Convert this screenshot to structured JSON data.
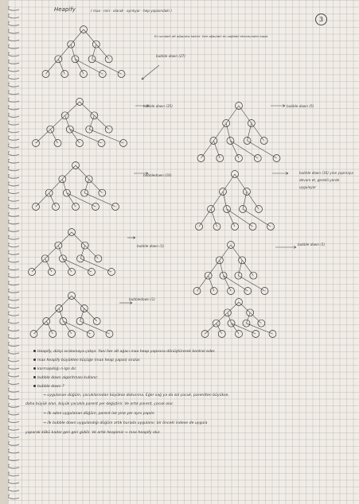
{
  "header": {
    "title": "Heapify",
    "subtitle": "( max · min · olarak · ayrılıyor · hep yapısındaki )",
    "page_number": "3"
  },
  "top_note": "En sondaki alt ağaçlara bakılır. Yani ağaçtaki en sağdaki ebeveynden başla",
  "steps": [
    {
      "label": "bubble down (27)"
    },
    {
      "label": "bubble down (35)"
    },
    {
      "label": "bubble down (5)"
    },
    {
      "label": "bubbledown (16)"
    },
    {
      "label": "bubble down (16) yine yapmaya devam et, gerekli yerde uyguluyor"
    },
    {
      "label": "bubble down (1)"
    },
    {
      "label": "bubble down (1)"
    },
    {
      "label": "bubbledown (1)"
    }
  ],
  "notes": [
    {
      "bullet": true,
      "text": "Heapify, diziyi sıralamaya çalışır. Yani her alt ağacı max heap yapısına dönüştürerek kontrol eder."
    },
    {
      "bullet": true,
      "text": "max heapify büyükten küçüğe (max heap yapısı) sıralar."
    },
    {
      "bullet": true,
      "text": "karmaşıklığı n·lgn dir."
    },
    {
      "bullet": true,
      "text": "bubble down algoritması kullanır."
    },
    {
      "bullet": true,
      "text": "bubble down ?"
    },
    {
      "bullet": false,
      "text": "→ uygulanan düğüm, çocuklarından büyükse dokunma. Eğer sağ ya da sol çocuk, parentten büyükse,"
    },
    {
      "bullet": false,
      "text": "daha büyük olan, büyük çocukla parent yer değiştirir. Ve artık parent, çocuk olur."
    },
    {
      "bullet": false,
      "text": "→ ilk adım uygulanan düğüm, parent ise yine yer aynı yapılır."
    },
    {
      "bullet": false,
      "text": "→ ilk bubble down uygulandığı düğüm artık burada uygulanır, bir önceki indexe de uygula"
    },
    {
      "bullet": false,
      "text": "yaparak kökü kadar geri geri gidilir. Ve artık heapimiz → max heapify olur."
    }
  ]
}
